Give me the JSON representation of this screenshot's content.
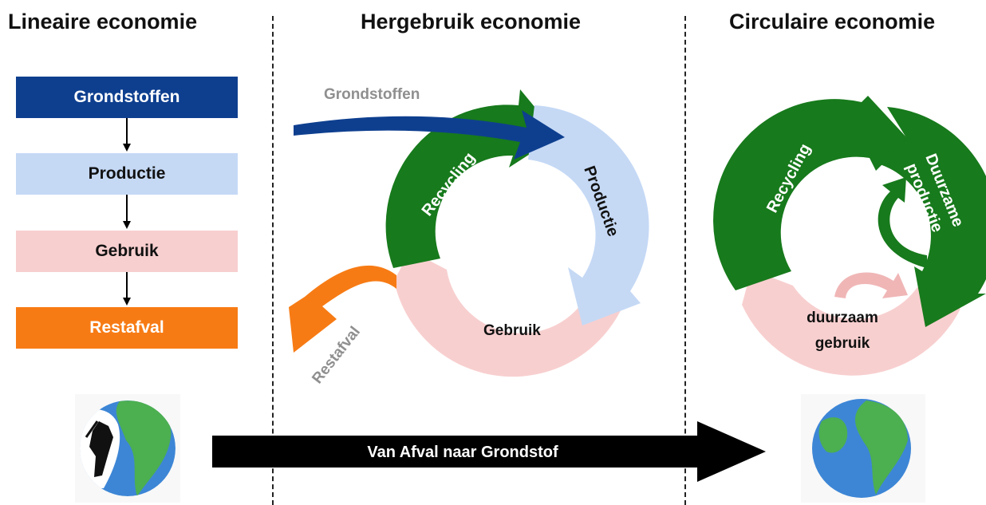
{
  "columns": {
    "linear": {
      "title": "Lineaire economie",
      "steps": [
        "Grondstoffen",
        "Productie",
        "Gebruik",
        "Restafval"
      ]
    },
    "reuse": {
      "title": "Hergebruik economie",
      "input_label": "Grondstoffen",
      "cycle": [
        "Recycling",
        "Productie",
        "Gebruik"
      ],
      "output_label": "Restafval"
    },
    "circular": {
      "title": "Circulaire economie",
      "cycle": [
        "Recycling",
        "Duurzame",
        "productie",
        "duurzaam",
        "gebruik"
      ]
    }
  },
  "transition_arrow": {
    "label": "Van Afval naar Grondstof"
  },
  "colors": {
    "dark_blue": "#0e3f8f",
    "light_blue": "#c5d9f5",
    "pink": "#f8cfcf",
    "orange": "#f77b14",
    "green": "#177a1c",
    "gray_text": "#8f8f8f",
    "black": "#000000"
  },
  "icons": [
    "earth-globe-mining-icon",
    "earth-globe-icon"
  ]
}
